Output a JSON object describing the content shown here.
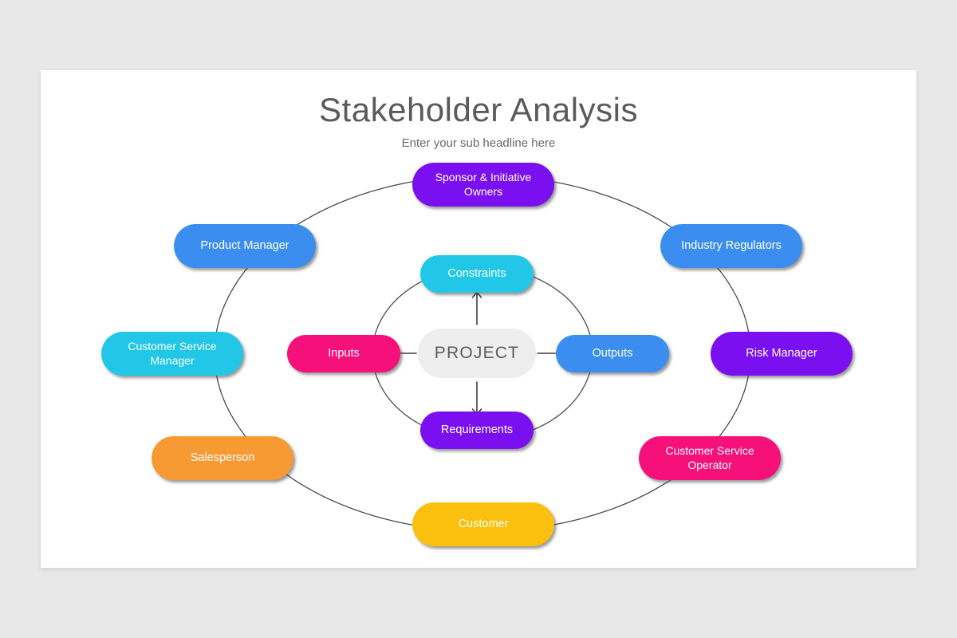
{
  "slide": {
    "title": "Stakeholder Analysis",
    "subtitle": "Enter your sub headline here",
    "background_color": "#e9e8e9",
    "card_color": "#ffffff"
  },
  "diagram": {
    "type": "concentric-circular-stakeholder-map",
    "ring_stroke_color": "#4a4a4a",
    "arrow_color": "#3f3f3f",
    "center": {
      "label": "PROJECT",
      "fill": "#eeeeee",
      "text_color": "#5c5c5c"
    },
    "inner_ring_nodes": [
      {
        "id": "constraints",
        "label": "Constraints",
        "position": "top",
        "fill": "#22c7e8"
      },
      {
        "id": "outputs",
        "label": "Outputs",
        "position": "right",
        "fill": "#3b8ef0"
      },
      {
        "id": "requirements",
        "label": "Requirements",
        "position": "bottom",
        "fill": "#7a10f0"
      },
      {
        "id": "inputs",
        "label": "Inputs",
        "position": "left",
        "fill": "#f5107a"
      }
    ],
    "outer_ring_nodes": [
      {
        "id": "sponsor-initiative-owners",
        "label": "Sponsor & Initiative Owners",
        "line1": "Sponsor & Initiative",
        "line2": "Owners",
        "position": "top",
        "fill": "#7a10f0"
      },
      {
        "id": "industry-regulators",
        "label": "Industry Regulators",
        "line1": "Industry Regulators",
        "line2": "",
        "position": "top-right",
        "fill": "#3b8ef0"
      },
      {
        "id": "risk-manager",
        "label": "Risk Manager",
        "line1": "Risk Manager",
        "line2": "",
        "position": "right",
        "fill": "#7a10f0"
      },
      {
        "id": "customer-service-operator",
        "label": "Customer Service Operator",
        "line1": "Customer Service",
        "line2": "Operator",
        "position": "bottom-right",
        "fill": "#f5107a"
      },
      {
        "id": "customer",
        "label": "Customer",
        "line1": "Customer",
        "line2": "",
        "position": "bottom",
        "fill": "#fbc00d"
      },
      {
        "id": "salesperson",
        "label": "Salesperson",
        "line1": "Salesperson",
        "line2": "",
        "position": "bottom-left",
        "fill": "#f89a33"
      },
      {
        "id": "customer-service-manager",
        "label": "Customer Service Manager",
        "line1": "Customer Service",
        "line2": "Manager",
        "position": "left",
        "fill": "#22c7e8"
      },
      {
        "id": "product-manager",
        "label": "Product Manager",
        "line1": "Product Manager",
        "line2": "",
        "position": "top-left",
        "fill": "#3b8ef0"
      }
    ],
    "arrows": [
      {
        "id": "project-to-constraints",
        "from": "PROJECT",
        "to": "Constraints",
        "direction": "up"
      },
      {
        "id": "project-to-outputs",
        "from": "PROJECT",
        "to": "Outputs",
        "direction": "right"
      },
      {
        "id": "project-to-requirements",
        "from": "PROJECT",
        "to": "Requirements",
        "direction": "down"
      },
      {
        "id": "project-to-inputs",
        "from": "PROJECT",
        "to": "Inputs",
        "direction": "left"
      }
    ]
  }
}
